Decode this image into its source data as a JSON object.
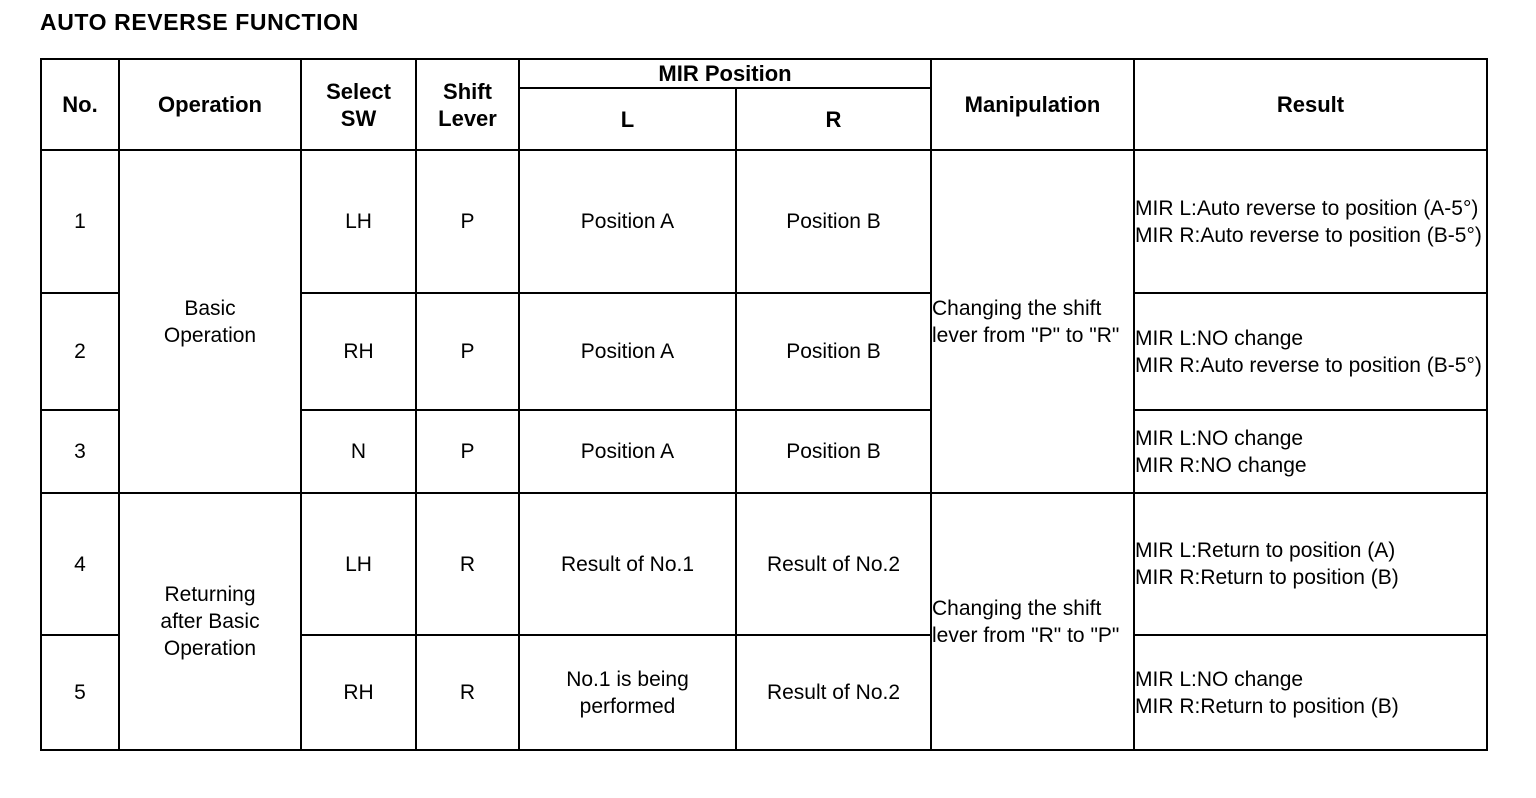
{
  "document": {
    "title": "AUTO REVERSE FUNCTION"
  },
  "table": {
    "headers": {
      "no": "No.",
      "operation": "Operation",
      "select_sw": "Select\nSW",
      "select_sw_line1": "Select",
      "select_sw_line2": "SW",
      "shift_lever_line1": "Shift",
      "shift_lever_line2": "Lever",
      "mir_position": "MIR Position",
      "mir_l": "L",
      "mir_r": "R",
      "manipulation": "Manipulation",
      "result": "Result"
    },
    "groups": [
      {
        "operation": "Basic\nOperation",
        "operation_line1": "Basic",
        "operation_line2": "Operation",
        "manipulation": "Changing the shift lever from \"P\" to \"R\"",
        "rowspan": 3
      },
      {
        "operation": "Returning after Basic Operation",
        "operation_line1": "Returning",
        "operation_line2": "after Basic",
        "operation_line3": "Operation",
        "manipulation": "Changing the shift lever from \"R\" to \"P\"",
        "rowspan": 2
      }
    ],
    "rows": [
      {
        "no": "1",
        "select_sw": "LH",
        "shift_lever": "P",
        "mir_l": "Position A",
        "mir_r": "Position B",
        "result_lines": [
          "MIR L:Auto reverse to position (A-5°)",
          "MIR R:Auto reverse to position (B-5°)"
        ]
      },
      {
        "no": "2",
        "select_sw": "RH",
        "shift_lever": "P",
        "mir_l": "Position A",
        "mir_r": "Position B",
        "result_lines": [
          "MIR L:NO change",
          "MIR R:Auto reverse to position (B-5°)"
        ]
      },
      {
        "no": "3",
        "select_sw": "N",
        "shift_lever": "P",
        "mir_l": "Position A",
        "mir_r": "Position B",
        "result_lines": [
          "MIR L:NO change",
          "MIR R:NO change"
        ]
      },
      {
        "no": "4",
        "select_sw": "LH",
        "shift_lever": "R",
        "mir_l": "Result of No.1",
        "mir_r": "Result of No.2",
        "result_lines": [
          "MIR L:Return to position (A)",
          "MIR R:Return to position (B)"
        ]
      },
      {
        "no": "5",
        "select_sw": "RH",
        "shift_lever": "R",
        "mir_l": "No.1 is being performed",
        "mir_r": "Result of No.2",
        "result_lines": [
          "MIR L:NO change",
          "MIR R:Return to position (B)"
        ]
      }
    ]
  },
  "colors": {
    "background": "#ffffff",
    "text": "#000000",
    "border": "#000000"
  }
}
